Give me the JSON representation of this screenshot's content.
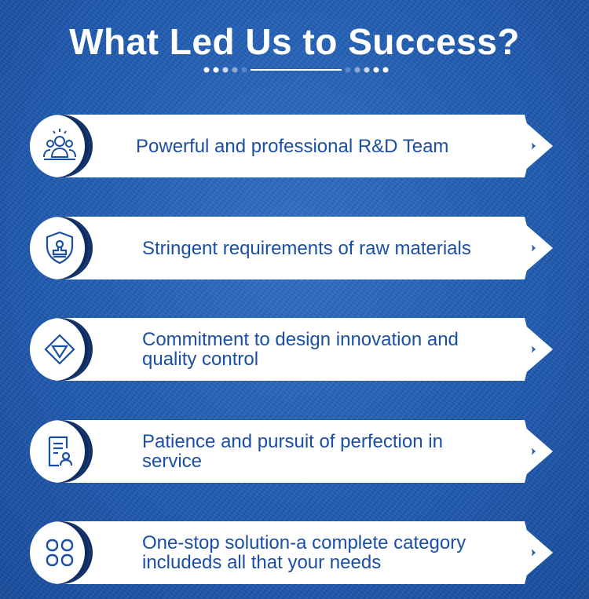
{
  "title": "What Led Us to Success?",
  "items": [
    {
      "label": "Powerful and professional R&D Team",
      "icon": "team-icon"
    },
    {
      "label": "Stringent requirements of raw materials",
      "icon": "shield-badge-icon"
    },
    {
      "label": "Commitment to design innovation and quality control",
      "icon": "diamond-badge-icon"
    },
    {
      "label": "Patience and pursuit of perfection in service",
      "icon": "document-person-icon"
    },
    {
      "label": "One-stop solution-a complete category includeds all that your needs",
      "icon": "grid-circles-icon"
    }
  ],
  "colors": {
    "accent": "#1b4fa3",
    "dark": "#0f2f66",
    "background": "#1f5bb1"
  }
}
